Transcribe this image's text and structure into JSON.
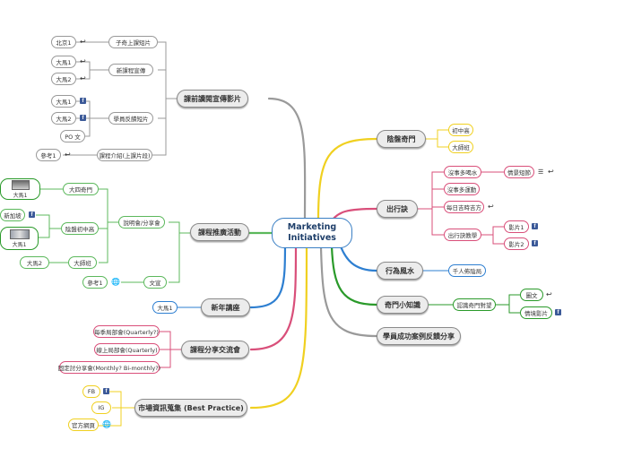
{
  "center": {
    "line1": "Marketing",
    "line2": "Initiatives"
  },
  "left": {
    "video": {
      "label": "課前讀閱宣傳影片",
      "subs": [
        "子奇上課短片",
        "新課程宣傳",
        "學員反饋短片",
        "課程介紹(上課片段)"
      ],
      "leaves": [
        "北京1",
        "大馬1",
        "大馬2",
        "大馬1",
        "大馬2",
        "PO 文",
        "參考1"
      ]
    },
    "promo": {
      "label": "課程推廣活動",
      "subs": [
        "說明會/分享會",
        "文宣"
      ],
      "subsubs": [
        "大四奇門",
        "陰盤初中高",
        "大師班"
      ],
      "leaves": [
        "大馬1",
        "新加坡",
        "大馬1",
        "大馬2",
        "參考1"
      ]
    },
    "newyear": {
      "label": "新年講座",
      "leaves": [
        "大馬1"
      ]
    },
    "share": {
      "label": "課程分享交流會",
      "leaves": [
        "每季局部會(Quarterly?)",
        "線上局部會(Quarterly)",
        "固定討分享會(Monthly? Bi-monthly?)"
      ]
    },
    "market": {
      "label": "市場資訊蒐集 (Best Practice)",
      "leaves": [
        "FB",
        "IG",
        "官方網頁"
      ]
    }
  },
  "right": {
    "qimen": {
      "label": "陰盤奇門",
      "leaves": [
        "初中高",
        "大師班"
      ]
    },
    "jue": {
      "label": "出行訣",
      "subs": [
        "沒事多喝水",
        "沒事多運動",
        "每日吉時吉方",
        "出行訣教學"
      ],
      "subleaves": [
        "情景短節",
        "影片1",
        "影片2"
      ]
    },
    "fengshui": {
      "label": "行為風水",
      "leaves": [
        "千人佈陰局"
      ]
    },
    "tips": {
      "label": "奇門小知識",
      "sub": "認識奇門對望",
      "leaves": [
        "圖文",
        "情境影片"
      ]
    },
    "cases": {
      "label": "學員成功案例反饋分享"
    }
  },
  "colors": {
    "gray": "#9a9a9a",
    "green": "#5cb85c",
    "blue": "#2e7fd1",
    "pink": "#d94f7a",
    "yellow": "#f0d020",
    "red": "#cc2a2a",
    "dgreen": "#2a9a2a"
  },
  "icons": [
    "link-icon",
    "facebook-icon",
    "globe-icon",
    "note-icon"
  ]
}
